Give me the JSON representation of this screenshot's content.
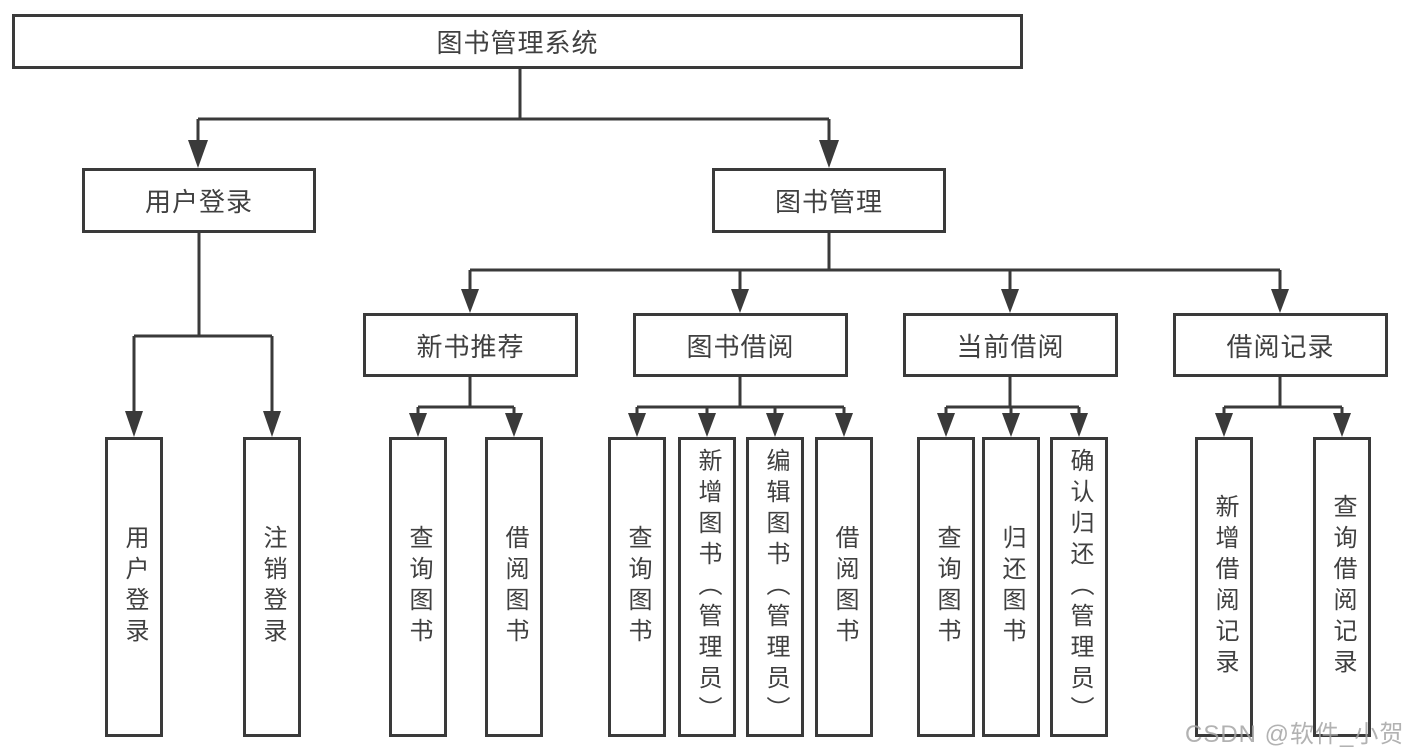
{
  "diagram": {
    "root": {
      "label": "图书管理系统"
    },
    "level2": [
      {
        "label": "用户登录"
      },
      {
        "label": "图书管理"
      }
    ],
    "level3": [
      {
        "label": "新书推荐"
      },
      {
        "label": "图书借阅"
      },
      {
        "label": "当前借阅"
      },
      {
        "label": "借阅记录"
      }
    ],
    "leaves": [
      {
        "label": "用户登录",
        "parent": "用户登录"
      },
      {
        "label": "注销登录",
        "parent": "用户登录"
      },
      {
        "label": "查询图书",
        "parent": "新书推荐"
      },
      {
        "label": "借阅图书",
        "parent": "新书推荐"
      },
      {
        "label": "查询图书",
        "parent": "图书借阅"
      },
      {
        "label": "新增图书（管理员）",
        "parent": "图书借阅"
      },
      {
        "label": "编辑图书（管理员）",
        "parent": "图书借阅"
      },
      {
        "label": "借阅图书",
        "parent": "图书借阅"
      },
      {
        "label": "查询图书",
        "parent": "当前借阅"
      },
      {
        "label": "归还图书",
        "parent": "当前借阅"
      },
      {
        "label": "确认归还（管理员）",
        "parent": "当前借阅"
      },
      {
        "label": "新增借阅记录",
        "parent": "借阅记录"
      },
      {
        "label": "查询借阅记录",
        "parent": "借阅记录"
      }
    ],
    "watermark": "CSDN @软件_小贺同学",
    "colors": {
      "line": "#3a3a3a",
      "text": "#404040",
      "watermark": "#a5a5a5"
    }
  }
}
